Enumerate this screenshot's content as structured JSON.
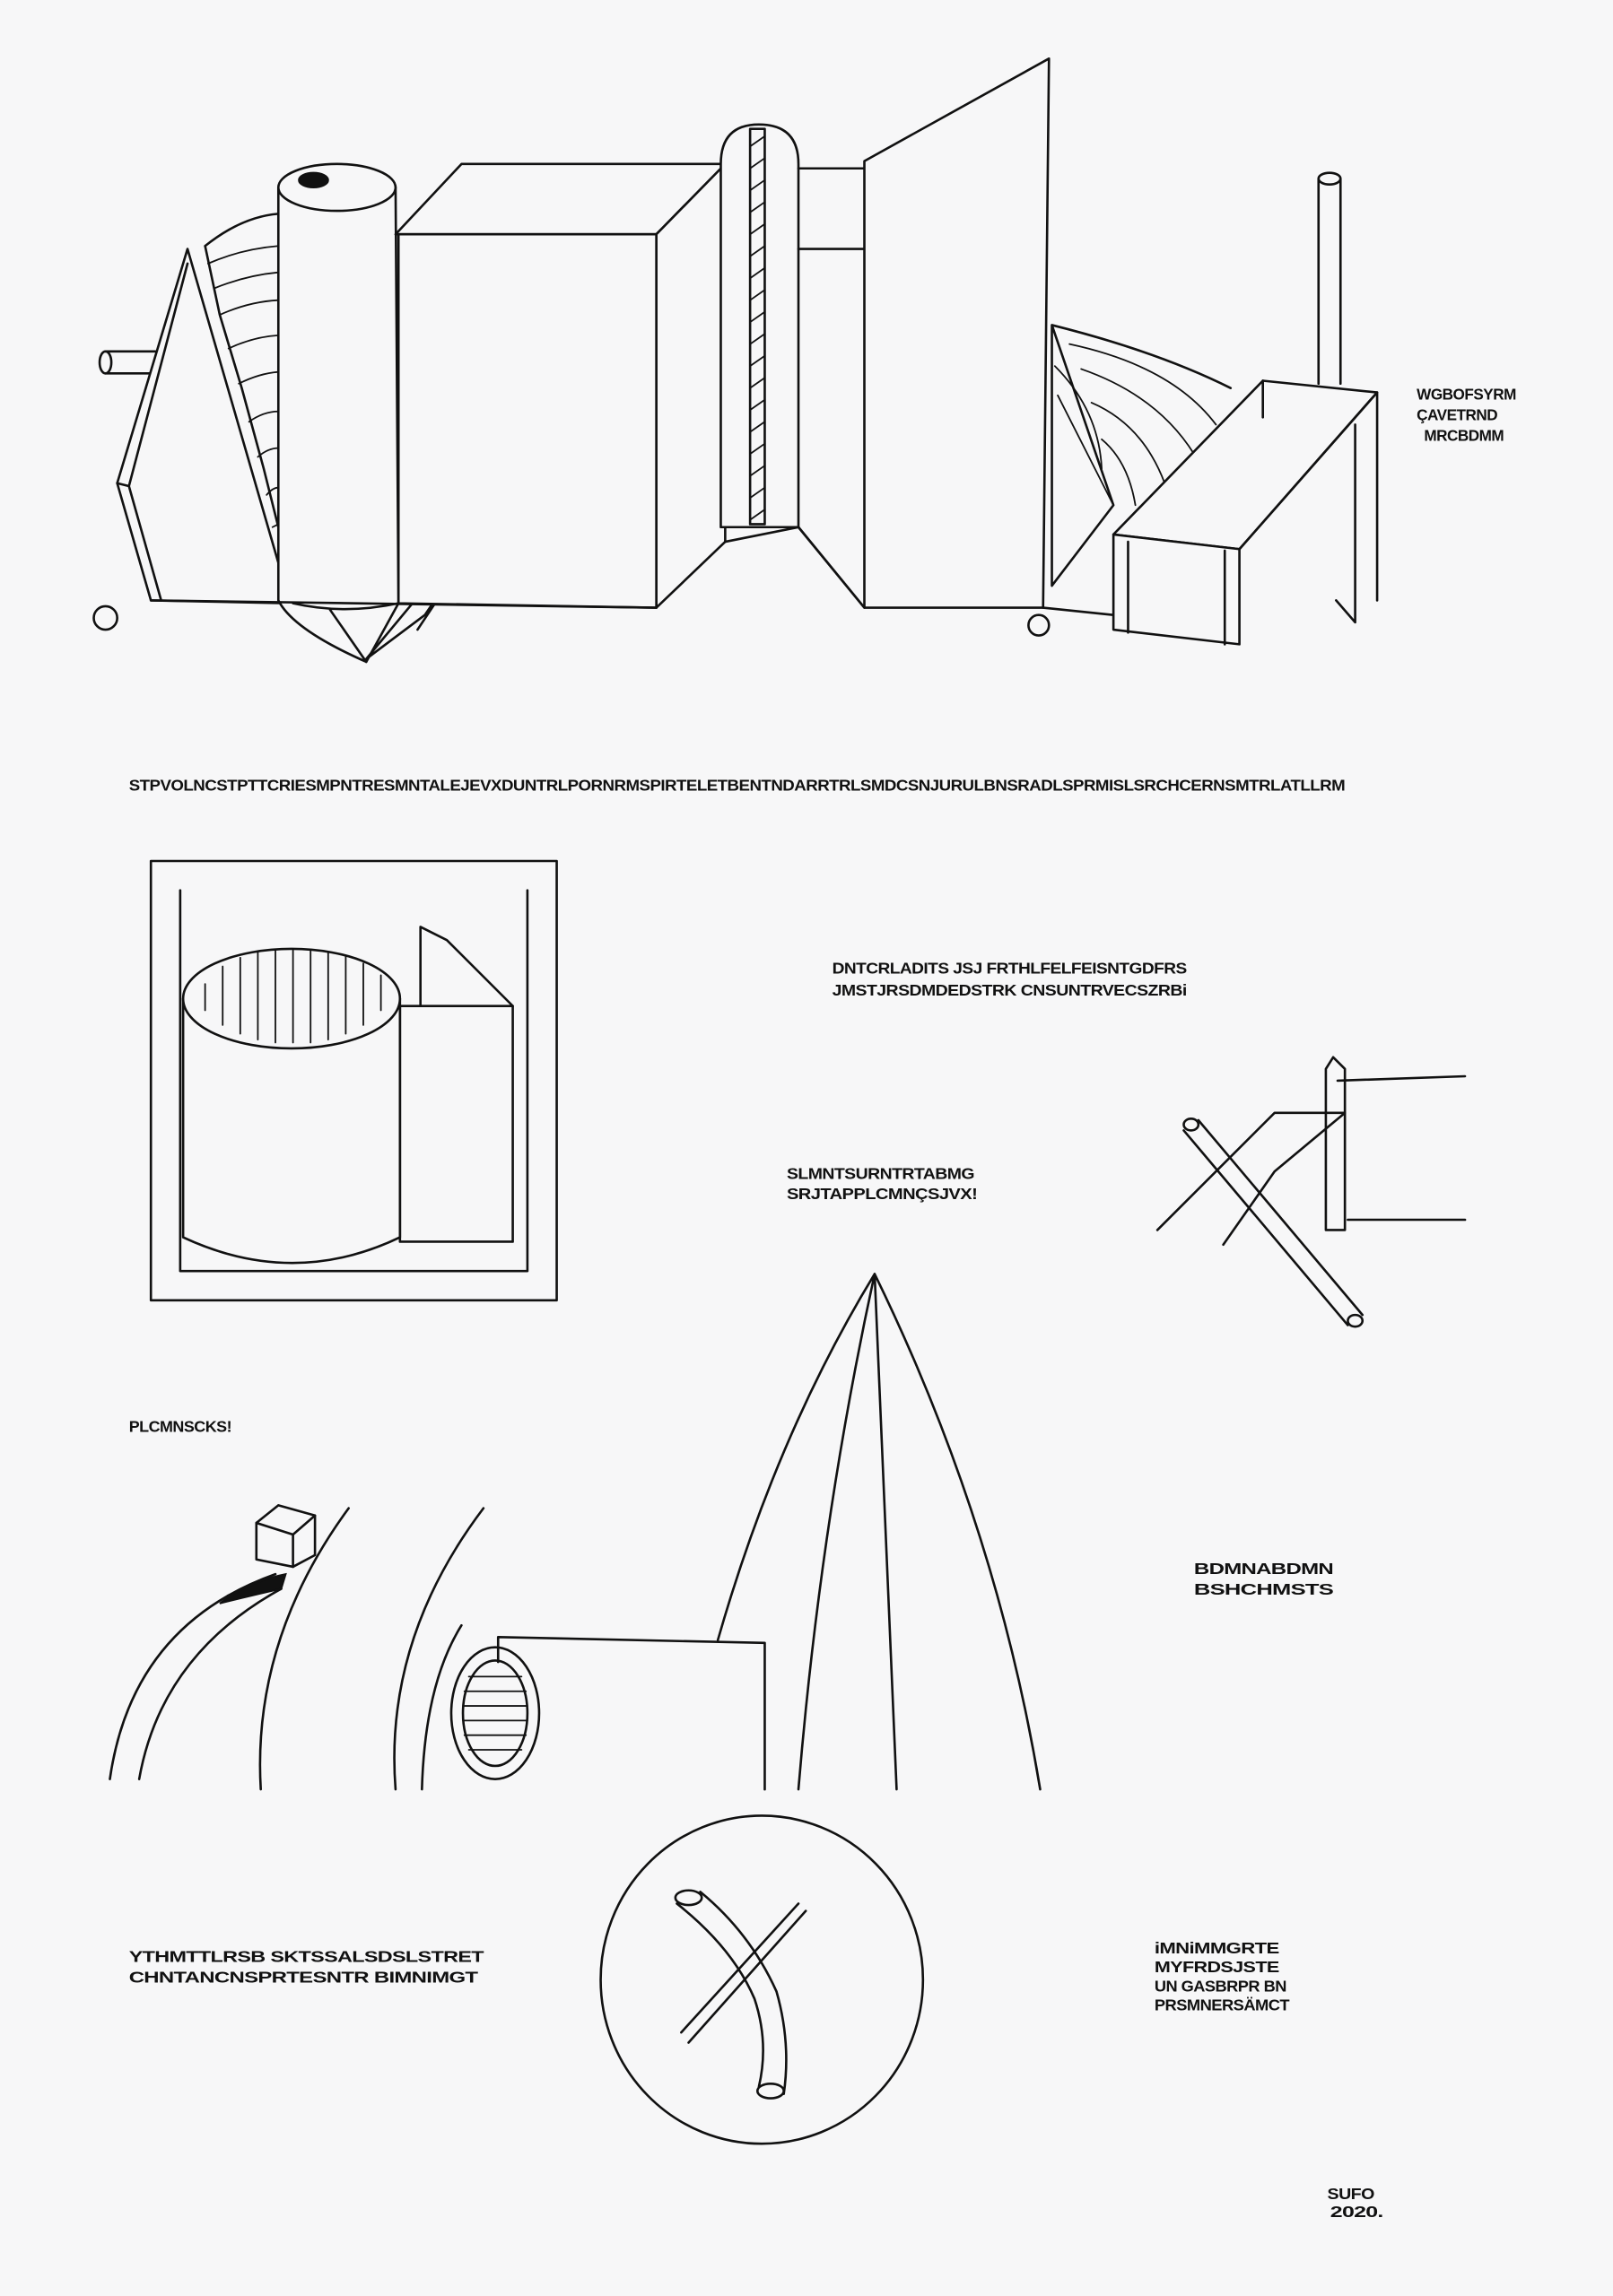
{
  "artwork": {
    "paper_color": "#f7f7f8",
    "ink_color": "#111111",
    "texts": {
      "top_right_note": [
        "WGBOFSYRM",
        "ÇAVETRND",
        "MRCBDMM"
      ],
      "long_line": "STPVOLNCSTPTTCRIESMPNTRESMNTALEJEVXDUNTRLPORNRMSPIRTELETBENTNDARRTRLSMDCSNJURULBNSRADLSPRMISLSRCHCERNSMTRLATLLRM",
      "center_note": [
        "DNTCRLADITS JSJ FRTHLFELFEISNTGDFRS",
        "JMSTJRSDMDEDSTRK CNSUNTRVECSZRBi"
      ],
      "middle_note": [
        "SLMNTSURNTRTABMG",
        "SRJTAPPLCMNÇSJVX!"
      ],
      "left_note": "PLCMNSCKS!",
      "right_note": [
        "BDMNABDMN",
        "BSHCHMSTS"
      ],
      "bottom_left_note": [
        "YTHMTTLRSB SKTSSALSDSLSTRET",
        "CHNTANCNSPRTESNTR BIMNIMGT"
      ],
      "bottom_right_note": [
        "iMNiMMGRTE",
        "MYFRDSJSTE",
        "UN GASBRPR BN",
        "PRSMNERSÄMCT"
      ],
      "signature": [
        "SUFO",
        "2020."
      ]
    }
  }
}
